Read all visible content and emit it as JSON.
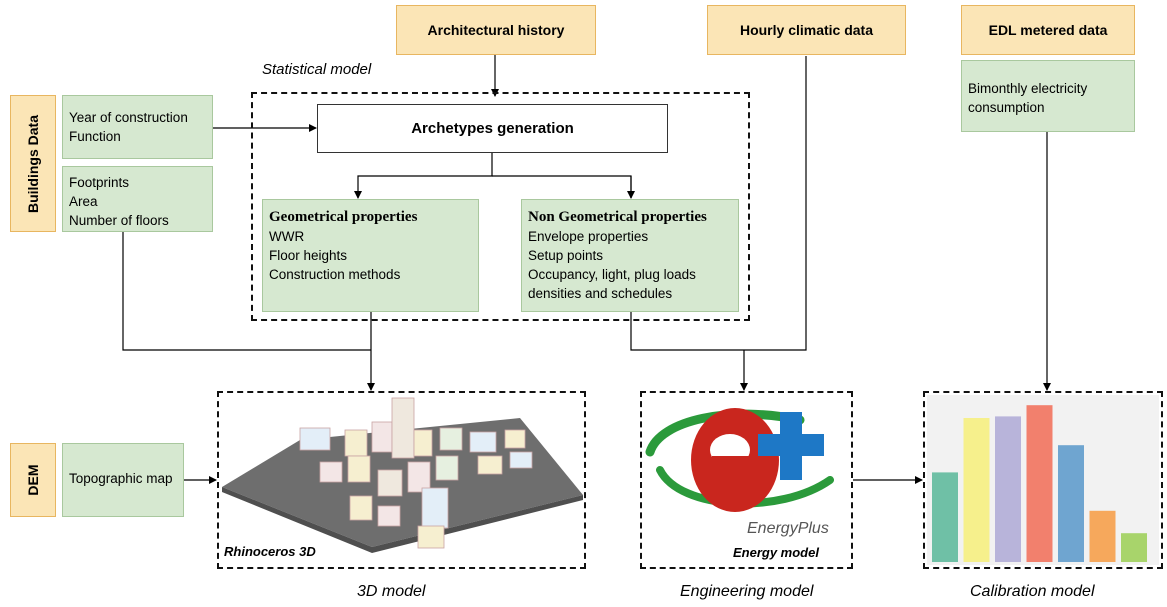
{
  "sources": {
    "architectural_history": "Architectural history",
    "hourly_climatic_data": "Hourly climatic data",
    "edl_metered_data": "EDL metered data"
  },
  "side_labels": {
    "buildings_data": "Buildings Data",
    "dem": "DEM"
  },
  "buildings_data": {
    "attrs_1": [
      "Year of construction",
      "Function"
    ],
    "attrs_2": [
      "Footprints",
      "Area",
      "Number of floors"
    ]
  },
  "edl": {
    "consumption": [
      "Bimonthly electricity",
      "consumption"
    ]
  },
  "dem": {
    "topographic_map": "Topographic map"
  },
  "statistical_model": {
    "label": "Statistical model",
    "archetypes": "Archetypes generation",
    "geometrical": {
      "title": "Geometrical properties",
      "items": [
        "WWR",
        "Floor heights",
        "Construction methods"
      ]
    },
    "non_geometrical": {
      "title": "Non Geometrical properties",
      "items": [
        "Envelope properties",
        "Setup points",
        "Occupancy, light, plug loads",
        "densities and schedules"
      ]
    }
  },
  "models": {
    "rhino_label": "Rhinoceros 3D",
    "energy_label": "Energy model",
    "energyplus_logo": "EnergyPlus",
    "caption_3d": "3D model",
    "caption_engineering": "Engineering model",
    "caption_calibration": "Calibration model"
  },
  "calibration_bars": {
    "values": [
      0.56,
      0.9,
      0.91,
      0.98,
      0.73,
      0.32,
      0.18
    ],
    "colors": [
      "#6fc0a6",
      "#f6f08c",
      "#b8b4da",
      "#f2806d",
      "#6fa5d0",
      "#f6a85c",
      "#a8d46b"
    ]
  },
  "colors": {
    "source_fill": "#fbe5b6",
    "attribute_fill": "#d6e8d0"
  }
}
